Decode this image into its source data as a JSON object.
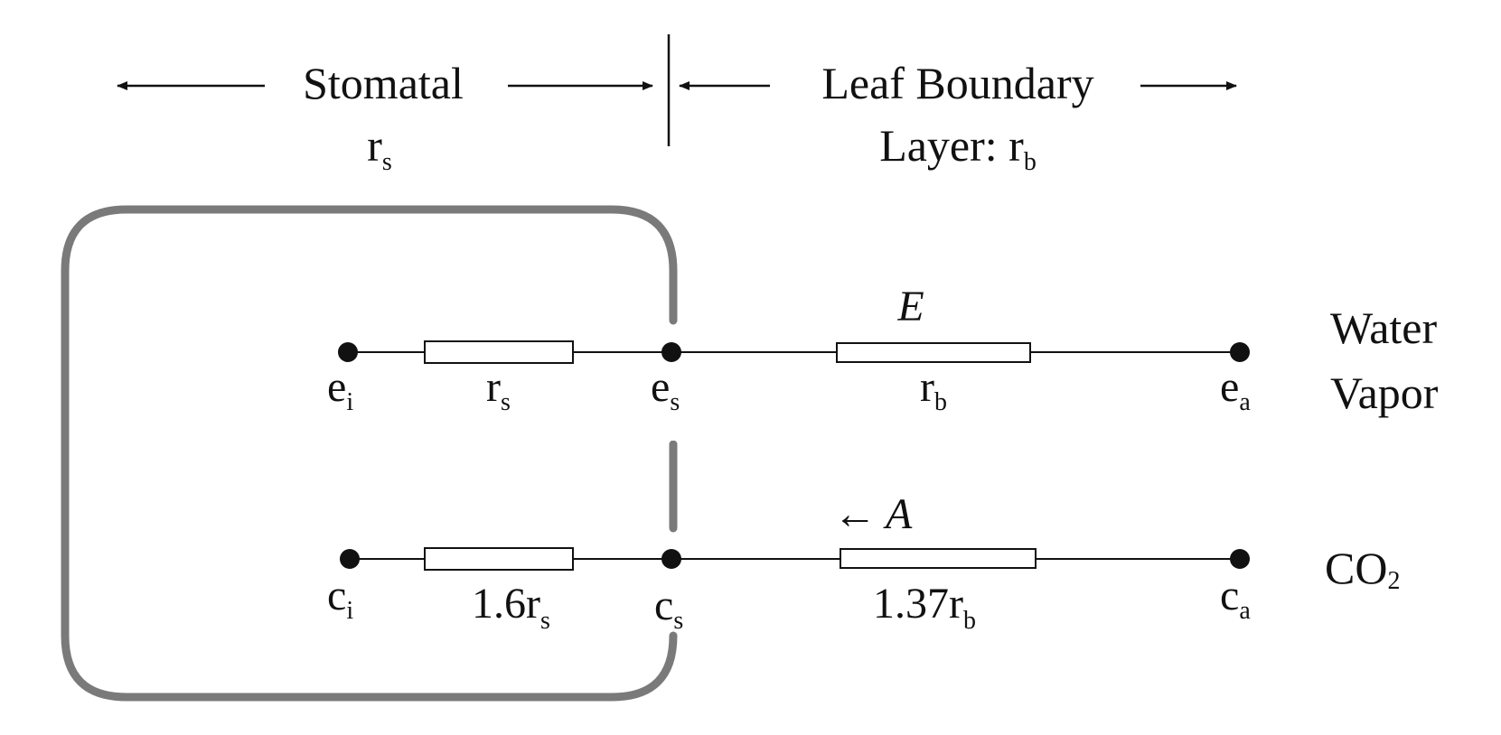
{
  "header": {
    "stomatal_label": "Stomatal",
    "stomatal_symbol": "r",
    "stomatal_symbol_sub": "s",
    "boundary_line1": "Leaf Boundary",
    "boundary_line2": "Layer: r",
    "boundary_line2_sub": "b"
  },
  "water_row": {
    "flux_label": "E",
    "nodes": [
      {
        "base": "e",
        "sub": "i"
      },
      {
        "base": "e",
        "sub": "s"
      },
      {
        "base": "e",
        "sub": "a"
      }
    ],
    "resistors": [
      {
        "base": "r",
        "sub": "s"
      },
      {
        "base": "r",
        "sub": "b"
      }
    ],
    "species_line1": "Water",
    "species_line2": "Vapor"
  },
  "co2_row": {
    "flux_arrow": "←",
    "flux_label": "A",
    "nodes": [
      {
        "base": "c",
        "sub": "i"
      },
      {
        "base": "c",
        "sub": "s"
      },
      {
        "base": "c",
        "sub": "a"
      }
    ],
    "resistors": [
      {
        "base": "1.6r",
        "sub": "s"
      },
      {
        "base": "1.37r",
        "sub": "b"
      }
    ],
    "species_base": "CO",
    "species_sub": "2"
  },
  "colors": {
    "ink": "#111111",
    "leaf_outline": "#7a7a7a",
    "background": "#ffffff"
  }
}
